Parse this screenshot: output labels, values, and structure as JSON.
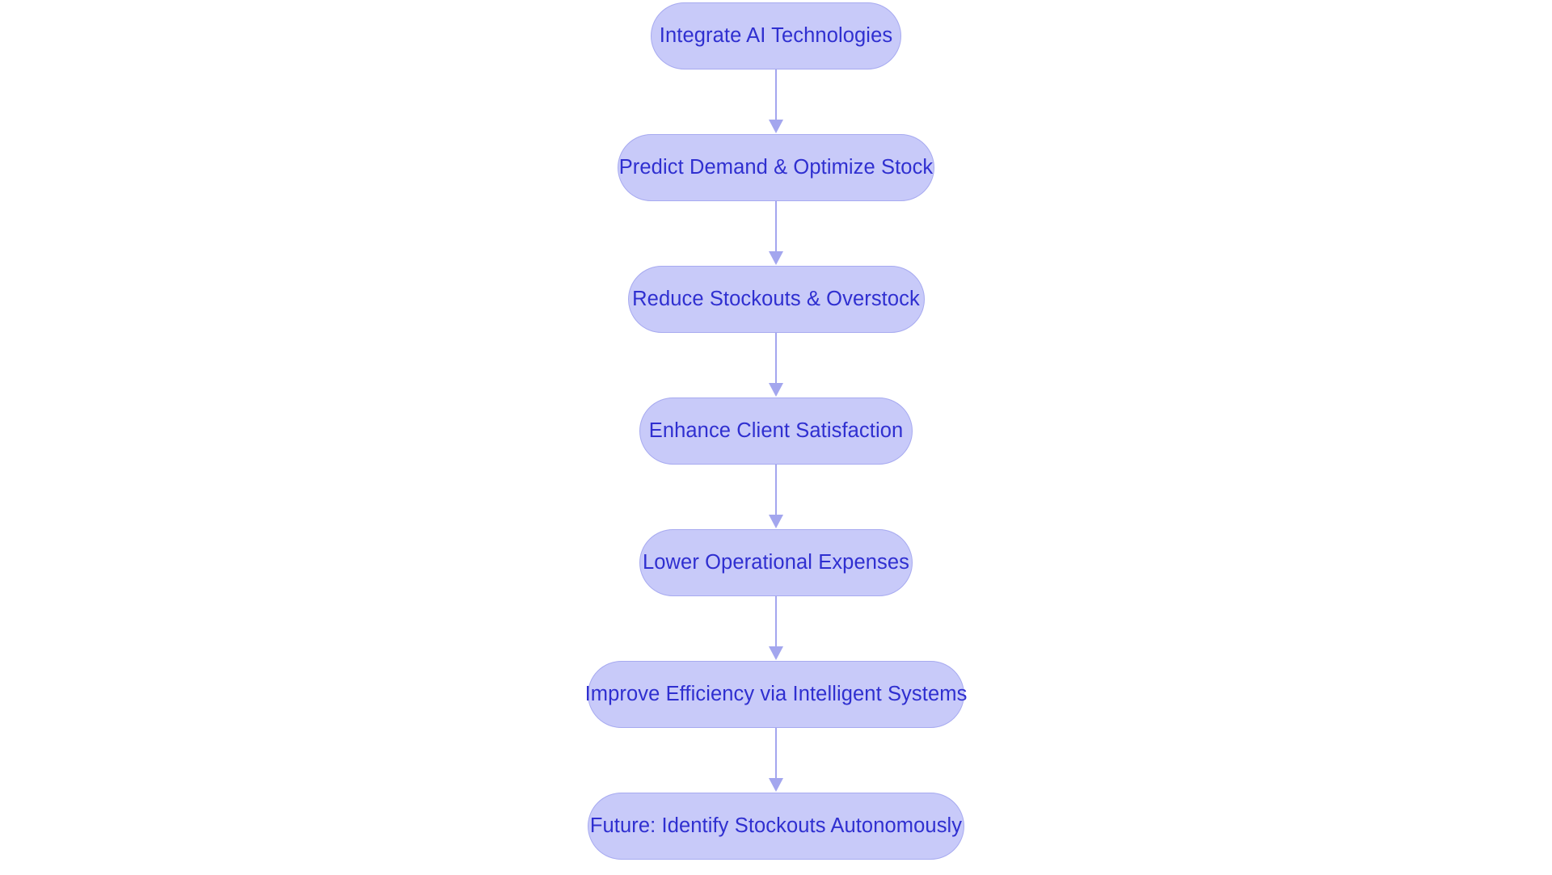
{
  "diagram": {
    "type": "flowchart",
    "orientation": "top-to-bottom",
    "background_color": "#ffffff",
    "node_fill_color": "#c8caf9",
    "node_border_color": "#a7aaf0",
    "node_text_color": "#2f2fd0",
    "connector_color": "#a3a6ee",
    "node_shape": "rounded-pill",
    "nodes": [
      {
        "id": "node-1",
        "label": "Integrate AI Technologies"
      },
      {
        "id": "node-2",
        "label": "Predict Demand & Optimize Stock"
      },
      {
        "id": "node-3",
        "label": "Reduce Stockouts & Overstock"
      },
      {
        "id": "node-4",
        "label": "Enhance Client Satisfaction"
      },
      {
        "id": "node-5",
        "label": "Lower Operational Expenses"
      },
      {
        "id": "node-6",
        "label": "Improve Efficiency via Intelligent Systems"
      },
      {
        "id": "node-7",
        "label": "Future: Identify Stockouts Autonomously"
      }
    ],
    "edges": [
      {
        "from": "node-1",
        "to": "node-2",
        "arrow": "down-arrow"
      },
      {
        "from": "node-2",
        "to": "node-3",
        "arrow": "down-arrow"
      },
      {
        "from": "node-3",
        "to": "node-4",
        "arrow": "down-arrow"
      },
      {
        "from": "node-4",
        "to": "node-5",
        "arrow": "down-arrow"
      },
      {
        "from": "node-5",
        "to": "node-6",
        "arrow": "down-arrow"
      },
      {
        "from": "node-6",
        "to": "node-7",
        "arrow": "down-arrow"
      }
    ]
  }
}
